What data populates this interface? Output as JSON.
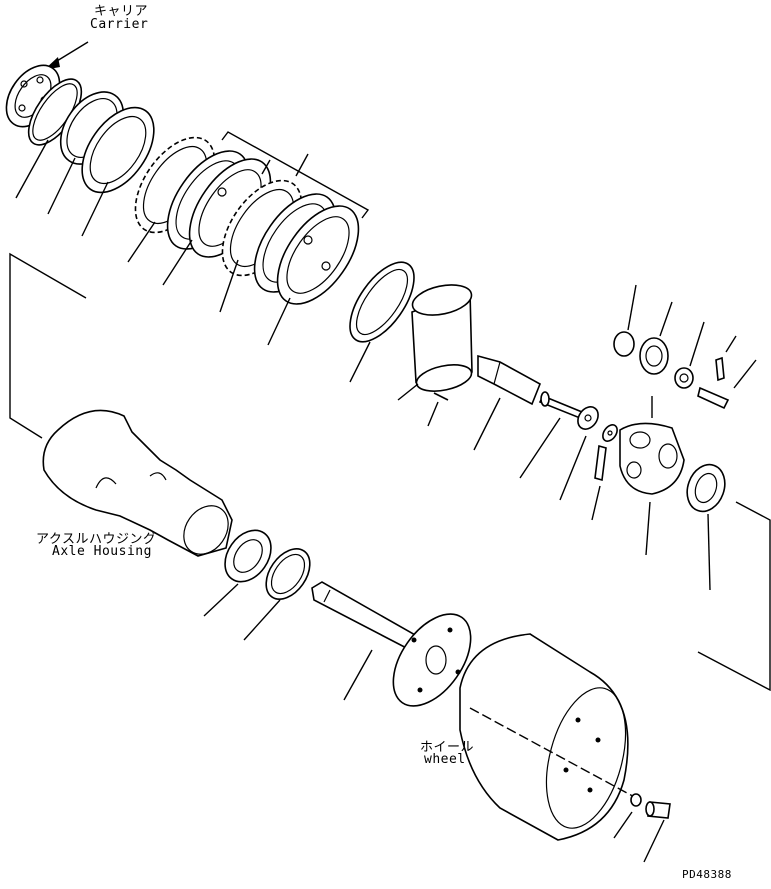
{
  "labels": {
    "carrier_jp": "キャリア",
    "carrier_en": "Carrier",
    "axle_housing_jp": "アクスルハウジング",
    "axle_housing_en": "Axle Housing",
    "wheel_jp": "ホイール",
    "wheel_en": "wheel",
    "drawing_code": "PD48388"
  }
}
